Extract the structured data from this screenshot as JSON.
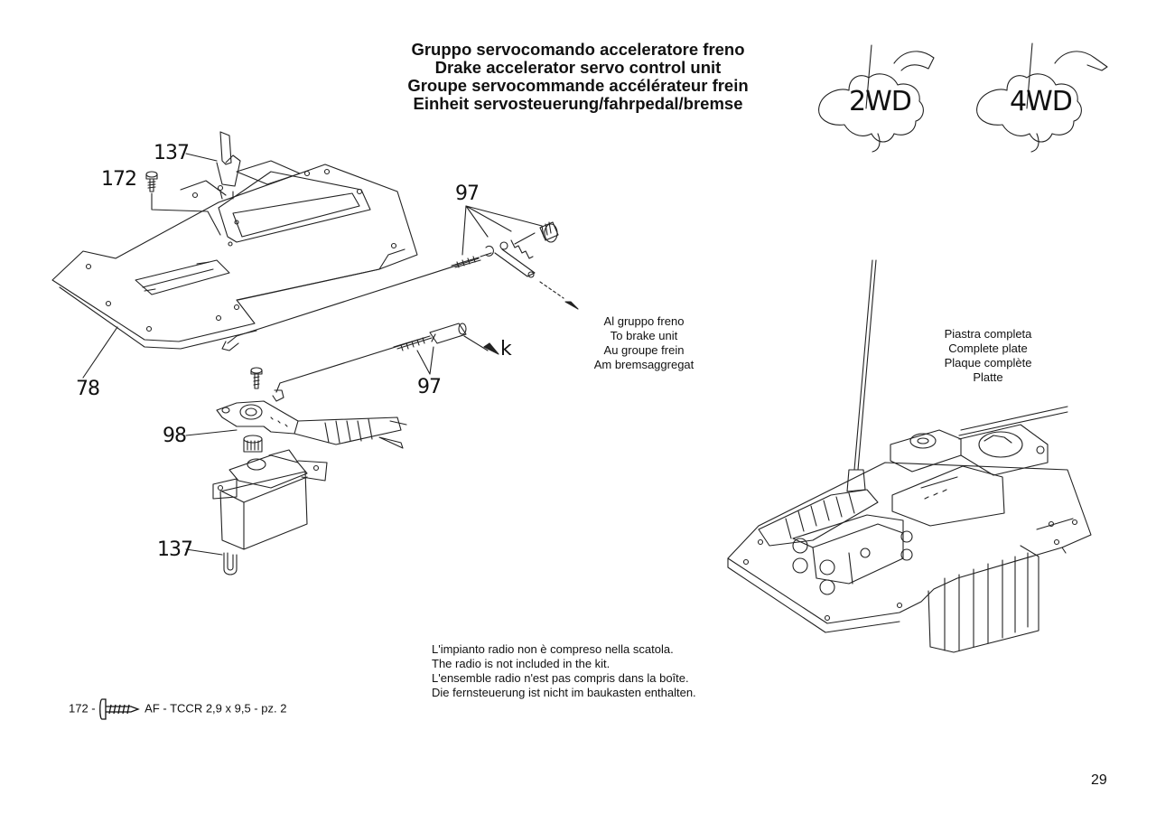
{
  "header": {
    "titles": [
      "Gruppo servocomando acceleratore freno",
      "Drake accelerator servo control unit",
      "Groupe servocommande accélérateur frein",
      "Einheit servosteuerung/fahrpedal/bremse"
    ]
  },
  "logos": [
    {
      "text": "2WD",
      "icon": "wheel-drive-logo"
    },
    {
      "text": "4WD",
      "icon": "wheel-drive-logo"
    }
  ],
  "part_numbers": {
    "p137_top": "137",
    "p172": "172",
    "p97_top": "97",
    "p97_mid": "97",
    "p78": "78",
    "p98": "98",
    "p137_bottom": "137",
    "k_arrow": "k"
  },
  "callouts": {
    "brake": [
      "Al gruppo freno",
      "To brake unit",
      "Au groupe frein",
      "Am bremsaggregat"
    ],
    "plate": [
      "Piastra completa",
      "Complete plate",
      "Plaque complète",
      "Platte"
    ]
  },
  "radio_note": [
    "L'impianto radio non è compreso nella scatola.",
    "The radio is not included in the kit.",
    "L'ensemble radio n'est pas compris dans la boîte.",
    "Die fernsteuerung ist nicht im baukasten enthalten."
  ],
  "screw_note": {
    "prefix": "172 -",
    "spec": "AF - TCCR 2,9 x 9,5 - pz. 2"
  },
  "page_number": "29"
}
